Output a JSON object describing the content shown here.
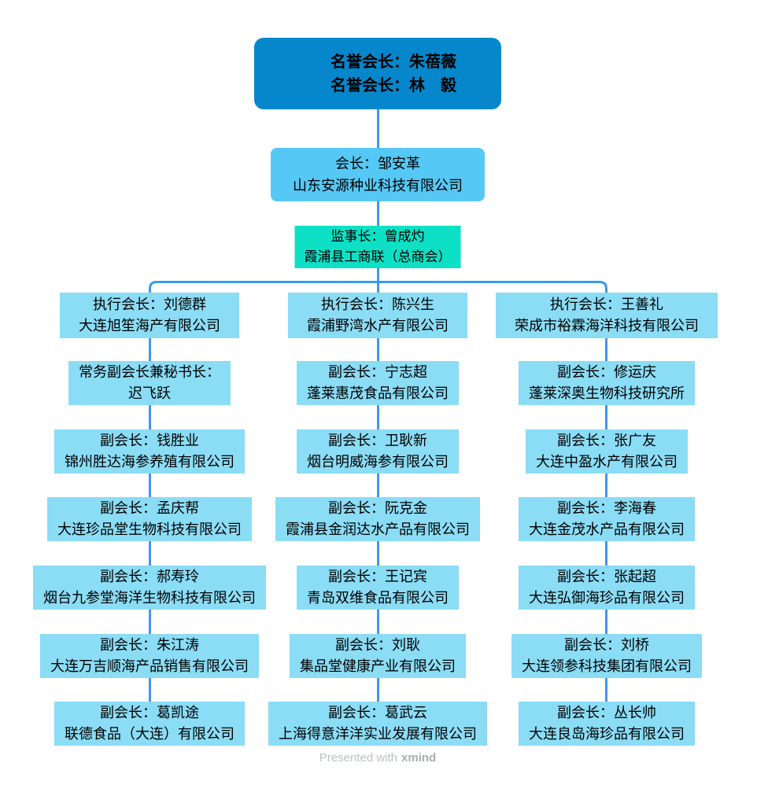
{
  "root": {
    "line1": "名誉会长：朱蓓薇",
    "line2": "名誉会长：林　毅"
  },
  "president": {
    "line1": "会长：邹安革",
    "line2": "山东安源种业科技有限公司"
  },
  "supervisor": {
    "line1": "监事长：曾成灼",
    "line2": "霞浦县工商联（总商会）"
  },
  "columns": [
    {
      "nodes": [
        {
          "line1": "执行会长：刘德群",
          "line2": "大连旭笙海产有限公司"
        },
        {
          "line1": "常务副会长兼秘书长：",
          "line2": "迟飞跃"
        },
        {
          "line1": "副会长：钱胜业",
          "line2": "锦州胜达海参养殖有限公司"
        },
        {
          "line1": "副会长：孟庆帮",
          "line2": "大连珍品堂生物科技有限公司"
        },
        {
          "line1": "副会长：郝寿玲",
          "line2": "烟台九参堂海洋生物科技有限公司"
        },
        {
          "line1": "副会长：朱江涛",
          "line2": "大连万吉顺海产品销售有限公司"
        },
        {
          "line1": "副会长：葛凯途",
          "line2": "联德食品（大连）有限公司"
        }
      ]
    },
    {
      "nodes": [
        {
          "line1": "执行会长：陈兴生",
          "line2": "霞浦野湾水产有限公司"
        },
        {
          "line1": "副会长：宁志超",
          "line2": "蓬莱惠茂食品有限公司"
        },
        {
          "line1": "副会长：卫耿新",
          "line2": "烟台明威海参有限公司"
        },
        {
          "line1": "副会长：阮克金",
          "line2": "霞浦县金润达水产品有限公司"
        },
        {
          "line1": "副会长：王记宾",
          "line2": "青岛双维食品有限公司"
        },
        {
          "line1": "副会长：刘耿",
          "line2": "集品堂健康产业有限公司"
        },
        {
          "line1": "副会长：葛武云",
          "line2": "上海得意洋洋实业发展有限公司"
        }
      ]
    },
    {
      "nodes": [
        {
          "line1": "执行会长：王善礼",
          "line2": "荣成市裕霖海洋科技有限公司"
        },
        {
          "line1": "副会长：修运庆",
          "line2": "蓬莱深奥生物科技研究所"
        },
        {
          "line1": "副会长：张广友",
          "line2": "大连中盈水产有限公司"
        },
        {
          "line1": "副会长：李海春",
          "line2": "大连金茂水产品有限公司"
        },
        {
          "line1": "副会长：张起超",
          "line2": "大连弘御海珍品有限公司"
        },
        {
          "line1": "副会长：刘桥",
          "line2": "大连领参科技集团有限公司"
        },
        {
          "line1": "副会长：丛长帅",
          "line2": "大连良岛海珍品有限公司"
        }
      ]
    }
  ],
  "watermark": {
    "prefix": "Presented with",
    "brand": "xmind"
  },
  "colors": {
    "root_bg": "#0687CB",
    "president_bg": "#55C8F5",
    "supervisor_bg": "#0EE0C5",
    "node_bg": "#8BDCF5",
    "connector": "#3B99F0"
  }
}
